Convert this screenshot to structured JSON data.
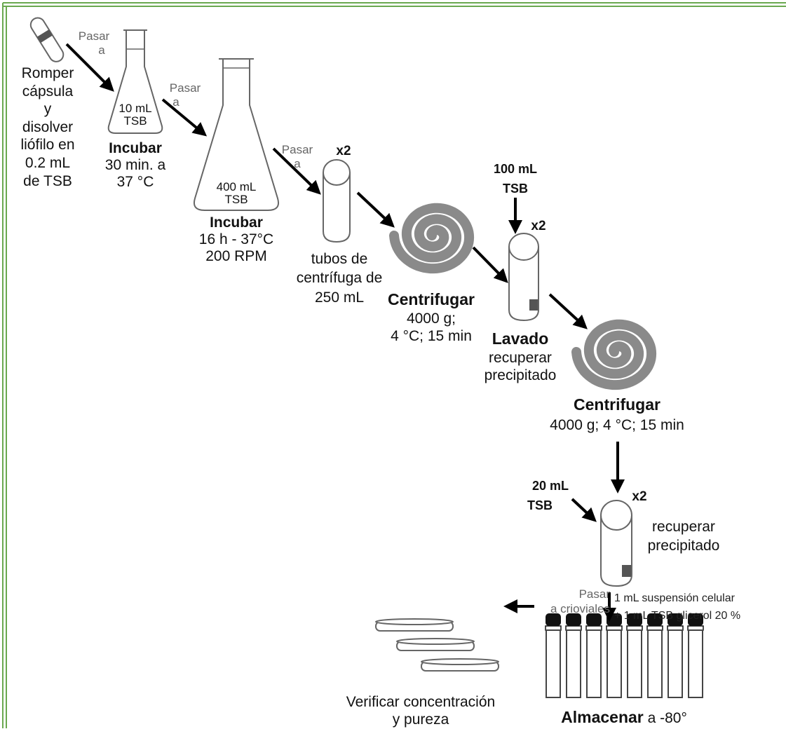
{
  "colors": {
    "frame": "#6aa84f",
    "line": "#666666",
    "arrow": "#000000",
    "spiral": "#8a8a8a",
    "pellet": "#555555"
  },
  "step_ampoule": {
    "icon": "ampoule-icon",
    "lines": [
      "Romper",
      "cápsula",
      "y",
      "disolver",
      "liófilo en",
      "0.2 mL",
      "de TSB"
    ]
  },
  "transfer_1": {
    "line1": "Pasar",
    "line2": "a"
  },
  "flask_small": {
    "icon": "erlenmeyer-flask-icon",
    "content_line1": "10 mL",
    "content_line2": "TSB",
    "action": "Incubar",
    "detail_line1": "30 min. a",
    "detail_line2": "37 °C"
  },
  "transfer_2": {
    "line1": "Pasar",
    "line2": "a"
  },
  "flask_large": {
    "icon": "erlenmeyer-flask-icon",
    "content_line1": "400 mL",
    "content_line2": "TSB",
    "action": "Incubar",
    "detail_line1": "16 h - 37°C",
    "detail_line2": "200 RPM"
  },
  "transfer_3": {
    "line1": "Pasar",
    "line2": "a"
  },
  "tubes_250": {
    "icon": "centrifuge-tube-icon",
    "multiplier": "x2",
    "label_line1": "tubos de",
    "label_line2": "centrífuga de",
    "label_line3": "250 mL"
  },
  "centrifuge_1": {
    "icon": "centrifuge-spiral-icon",
    "action": "Centrifugar",
    "detail_line1": "4000  g;",
    "detail_line2": "4 °C;  15 min"
  },
  "wash": {
    "icon": "centrifuge-tube-icon",
    "reagent_line1": "100 mL",
    "reagent_line2": "TSB",
    "multiplier": "x2",
    "action": "Lavado",
    "detail_line1": "recuperar",
    "detail_line2": "precipitado"
  },
  "centrifuge_2": {
    "icon": "centrifuge-spiral-icon",
    "action": "Centrifugar",
    "detail": "4000  g;  4 °C;  15 min"
  },
  "resuspend": {
    "icon": "centrifuge-tube-icon",
    "reagent_line1": "20 mL",
    "reagent_line2": "TSB",
    "multiplier": "x2",
    "detail_line1": "recuperar",
    "detail_line2": "precipitado"
  },
  "cryo": {
    "transfer_line1": "Pasar",
    "transfer_line2": "a crioviales",
    "mix_line1": "1 mL  suspensión celular",
    "mix_line2": "+ 1 mL  TSB glicerol 20 %",
    "icon": "cryovial-icon",
    "vial_count": 8,
    "action": "Almacenar",
    "action_suffix": " a -80°"
  },
  "verify": {
    "icon": "petri-dish-icon",
    "line1": "Verificar  concentración",
    "line2": "y pureza"
  }
}
